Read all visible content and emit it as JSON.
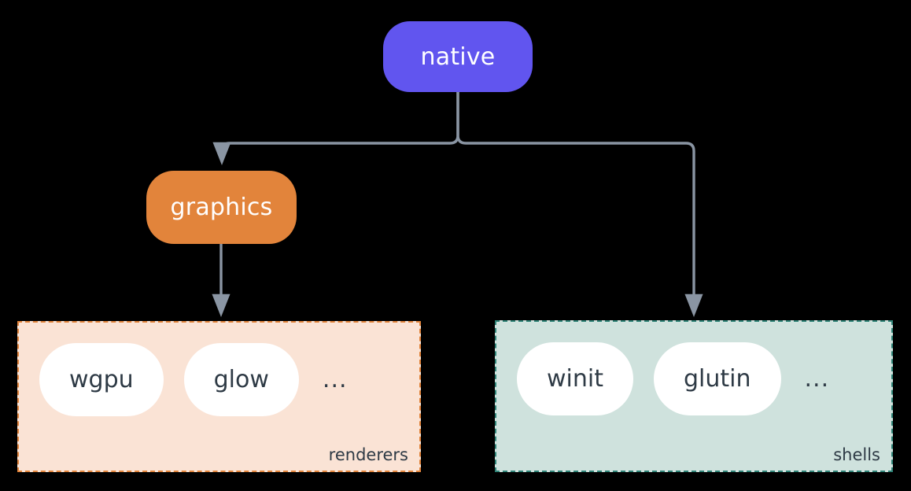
{
  "diagram": {
    "background_color": "#000000",
    "edge_color": "#8a95a3",
    "nodes": [
      {
        "id": "native",
        "label": "native",
        "color": "#6155ef",
        "text_color": "#ffffff"
      },
      {
        "id": "graphics",
        "label": "graphics",
        "color": "#e2843b",
        "text_color": "#ffffff"
      }
    ],
    "groups": [
      {
        "id": "renderers",
        "label": "renderers",
        "fill_color": "#fae3d5",
        "border_color": "#e2843b",
        "items": [
          "wgpu",
          "glow"
        ],
        "overflow": "..."
      },
      {
        "id": "shells",
        "label": "shells",
        "fill_color": "#cfe2dd",
        "border_color": "#2e8276",
        "items": [
          "winit",
          "glutin"
        ],
        "overflow": "..."
      }
    ],
    "edges": [
      {
        "from": "native",
        "to": "graphics",
        "arrow": "arrow-head-icon"
      },
      {
        "from": "native",
        "to": "shells",
        "arrow": "arrow-head-icon"
      },
      {
        "from": "graphics",
        "to": "renderers",
        "arrow": "arrow-head-icon"
      }
    ]
  }
}
